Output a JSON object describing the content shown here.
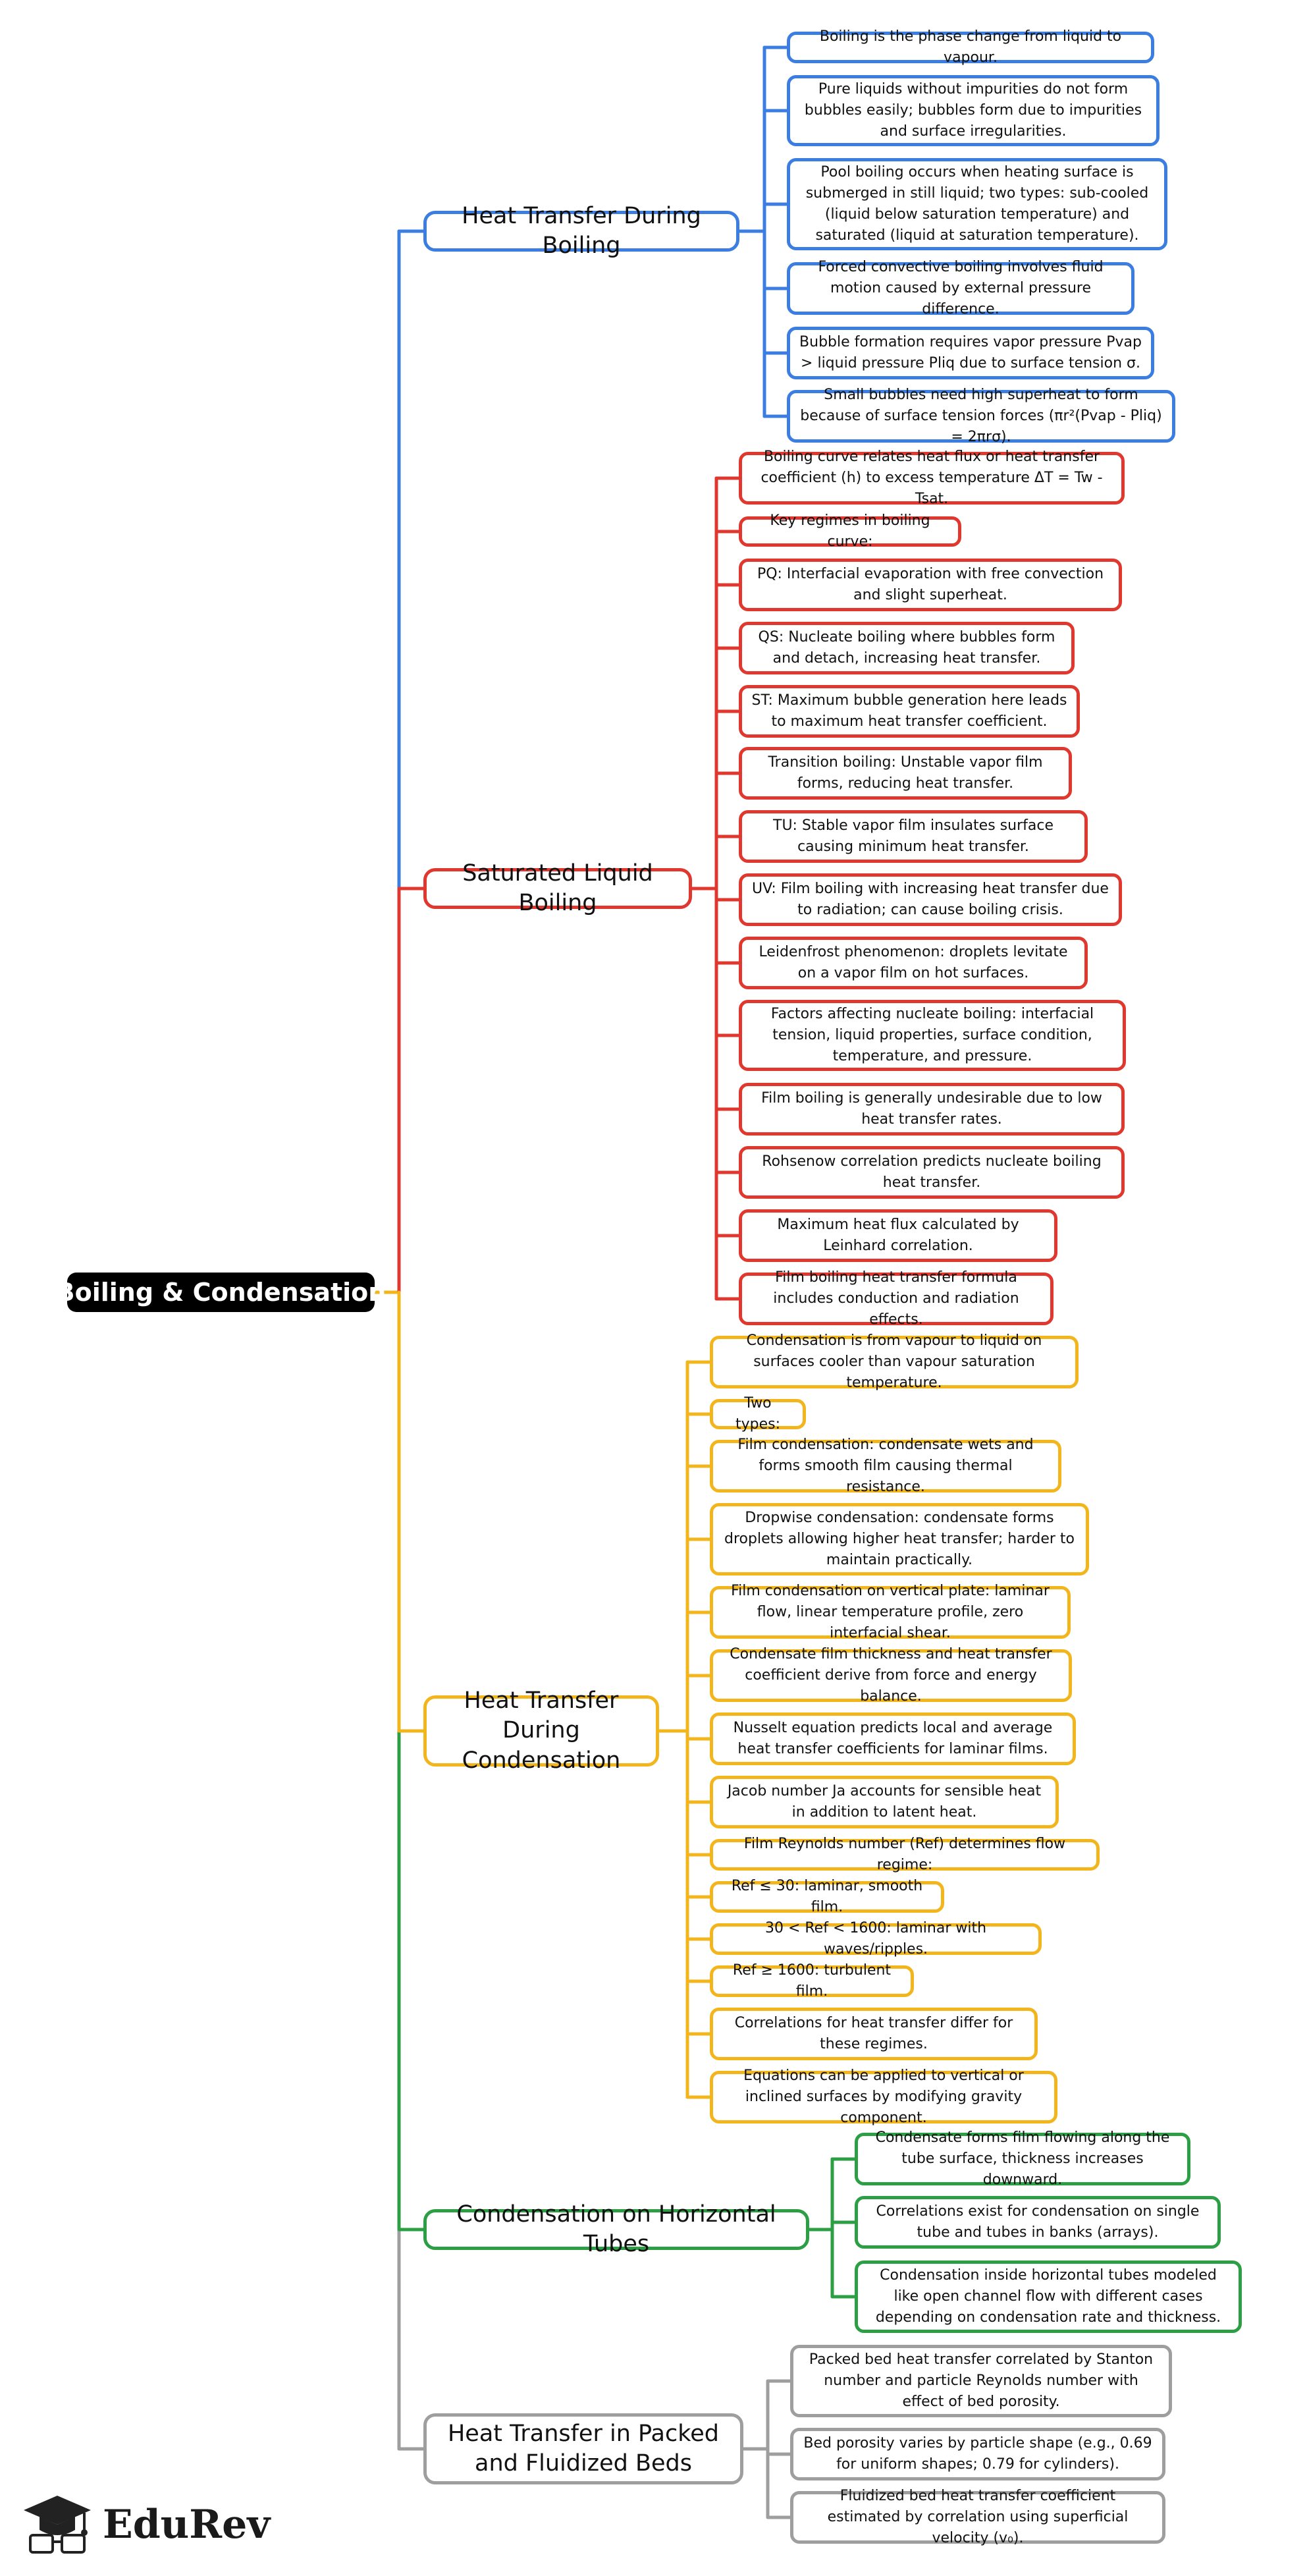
{
  "root": {
    "label": "Boiling & Condensation"
  },
  "brand": {
    "name": "EduRev"
  },
  "colors": {
    "blue": "#3b7de0",
    "red": "#e0382f",
    "yellow": "#f2b51c",
    "green": "#2c9f45",
    "gray": "#9e9e9e"
  },
  "branches": [
    {
      "label": "Heat Transfer During Boiling",
      "items": [
        "Boiling is the phase change from liquid to vapour.",
        "Pure liquids without impurities do not form bubbles easily; bubbles form due to impurities and surface irregularities.",
        "Pool boiling occurs when heating surface is submerged in still liquid; two types: sub-cooled (liquid below saturation temperature) and saturated (liquid at saturation temperature).",
        "Forced convective boiling involves fluid motion caused by external pressure difference.",
        "Bubble formation requires vapor pressure Pvap > liquid pressure Pliq due to surface tension σ.",
        "Small bubbles need high superheat to form because of surface tension forces (πr²(Pvap - Pliq) = 2πrσ)."
      ]
    },
    {
      "label": "Saturated Liquid Boiling",
      "items": [
        "Boiling curve relates heat flux or heat transfer coefficient (h) to excess temperature ΔT = Tw - Tsat.",
        "Key regimes in boiling curve:",
        "PQ: Interfacial evaporation with free convection and slight superheat.",
        "QS: Nucleate boiling where bubbles form and detach, increasing heat transfer.",
        "ST: Maximum bubble generation here leads to maximum heat transfer coefficient.",
        "Transition boiling: Unstable vapor film forms, reducing heat transfer.",
        "TU: Stable vapor film insulates surface causing minimum heat transfer.",
        "UV: Film boiling with increasing heat transfer due to radiation; can cause boiling crisis.",
        "Leidenfrost phenomenon: droplets levitate on a vapor film on hot surfaces.",
        "Factors affecting nucleate boiling: interfacial tension, liquid properties, surface condition, temperature, and pressure.",
        "Film boiling is generally undesirable due to low heat transfer rates.",
        "Rohsenow correlation predicts nucleate boiling heat transfer.",
        "Maximum heat flux calculated by Leinhard correlation.",
        "Film boiling heat transfer formula includes conduction and radiation effects."
      ]
    },
    {
      "label": "Heat Transfer During Condensation",
      "items": [
        "Condensation is from vapour to liquid on surfaces cooler than vapour saturation temperature.",
        "Two types:",
        "Film condensation: condensate wets and forms smooth film causing thermal resistance.",
        "Dropwise condensation: condensate forms droplets allowing higher heat transfer; harder to maintain practically.",
        "Film condensation on vertical plate: laminar flow, linear temperature profile, zero interfacial shear.",
        "Condensate film thickness and heat transfer coefficient derive from force and energy balance.",
        "Nusselt equation predicts local and average heat transfer coefficients for laminar films.",
        "Jacob number Ja accounts for sensible heat in addition to latent heat.",
        "Film Reynolds number (Ref) determines flow regime:",
        "Ref ≤ 30: laminar, smooth film.",
        "30 < Ref < 1600: laminar with waves/ripples.",
        "Ref ≥ 1600: turbulent film.",
        "Correlations for heat transfer differ for these regimes.",
        "Equations can be applied to vertical or inclined surfaces by modifying gravity component."
      ]
    },
    {
      "label": "Condensation on Horizontal Tubes",
      "items": [
        "Condensate forms film flowing along the tube surface, thickness increases downward.",
        "Correlations exist for condensation on single tube and tubes in banks (arrays).",
        "Condensation inside horizontal tubes modeled like open channel flow with different cases depending on condensation rate and thickness."
      ]
    },
    {
      "label": "Heat Transfer in Packed and Fluidized Beds",
      "items": [
        "Packed bed heat transfer correlated by Stanton number and particle Reynolds number with effect of bed porosity.",
        "Bed porosity varies by particle shape (e.g., 0.69 for uniform shapes; 0.79 for cylinders).",
        "Fluidized bed heat transfer coefficient estimated by correlation using superficial velocity (v₀)."
      ]
    }
  ]
}
